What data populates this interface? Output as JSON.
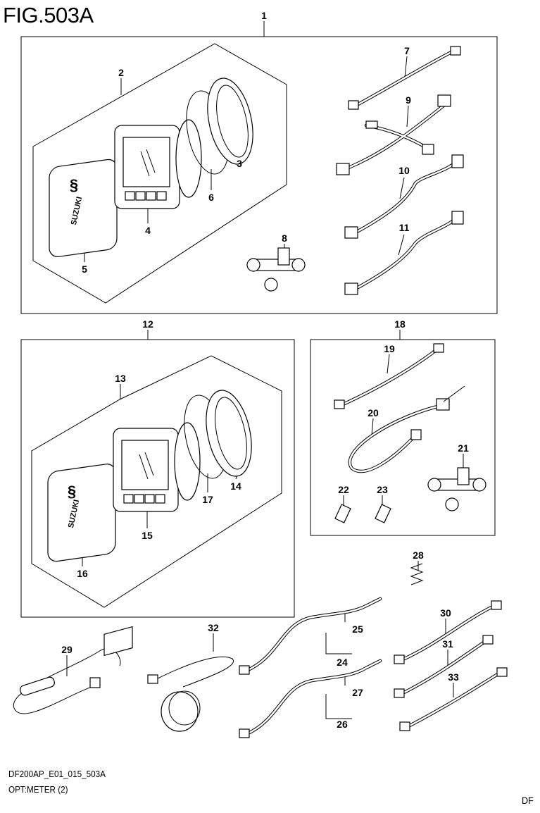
{
  "figure_title": "FIG.503A",
  "footer": {
    "code": "DF200AP_E01_015_503A",
    "caption": "OPT:METER (2)",
    "corner_mark": "DF"
  },
  "callouts": [
    "1",
    "2",
    "3",
    "4",
    "5",
    "6",
    "7",
    "8",
    "9",
    "10",
    "11",
    "12",
    "13",
    "14",
    "15",
    "16",
    "17",
    "18",
    "19",
    "20",
    "21",
    "22",
    "23",
    "24",
    "25",
    "26",
    "27",
    "28",
    "29",
    "30",
    "31",
    "32",
    "33"
  ],
  "bezel_logo_text": "SUZUKI"
}
